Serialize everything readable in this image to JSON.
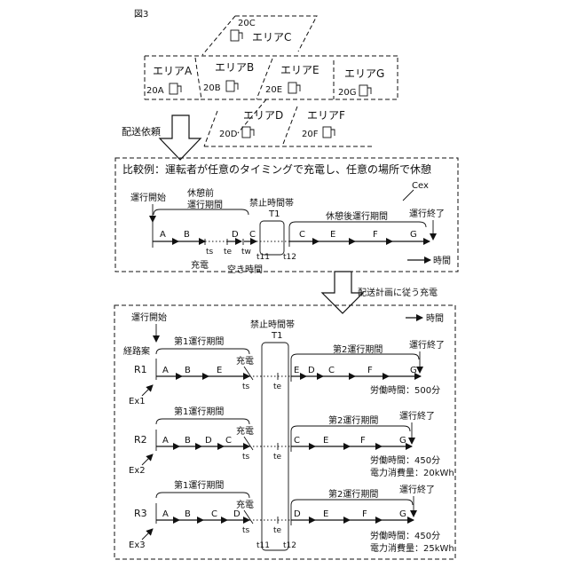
{
  "figure_label": "図3",
  "map": {
    "areas": [
      {
        "name": "エリアC",
        "station": "20C"
      },
      {
        "name": "エリアA",
        "station": "20A"
      },
      {
        "name": "エリアB",
        "station": "20B"
      },
      {
        "name": "エリアE",
        "station": "20E"
      },
      {
        "name": "エリアG",
        "station": "20G"
      },
      {
        "name": "エリアD",
        "station": "20D"
      },
      {
        "name": "エリアF",
        "station": "20F"
      }
    ]
  },
  "delivery_request": "配送依頼",
  "comparison": {
    "title": "比較例：運転者が任意のタイミングで充電し、任意の場所で休憩",
    "ref": "Cex",
    "op_start": "運行開始",
    "pre_rest": "休憩前",
    "pre_rest_period": "運行期間",
    "forbidden": "禁止時間帯",
    "forbidden_code": "T1",
    "post_rest_period": "休憩後運行期間",
    "op_end": "運行終了",
    "stops_pre": [
      "A",
      "B"
    ],
    "stop_d": "D",
    "stop_c": "C",
    "stops_post": [
      "C",
      "E",
      "F",
      "G"
    ],
    "ts": "ts",
    "te": "te",
    "tw": "tw",
    "t11": "t11",
    "t12": "t12",
    "charge": "充電",
    "idle": "空き時間",
    "time_legend": "時間"
  },
  "plan_arrow_label": "配送計画に従う充電",
  "plan": {
    "op_start": "運行開始",
    "forbidden": "禁止時間帯",
    "forbidden_code": "T1",
    "time_legend": "時間",
    "route_header": "経路案",
    "period1": "第1運行期間",
    "period2": "第2運行期間",
    "op_end": "運行終了",
    "charge": "充電",
    "ts": "ts",
    "te": "te",
    "t11": "t11",
    "t12": "t12",
    "routes": [
      {
        "id": "R1",
        "ex": "Ex1",
        "first": [
          "A",
          "B",
          "E"
        ],
        "second": [
          "E",
          "D",
          "C",
          "F",
          "G"
        ],
        "stats": [
          "労働時間：500分"
        ]
      },
      {
        "id": "R2",
        "ex": "Ex2",
        "first": [
          "A",
          "B",
          "D",
          "C"
        ],
        "second": [
          "C",
          "E",
          "F",
          "G"
        ],
        "stats": [
          "労働時間：450分",
          "電力消費量：20kWh"
        ]
      },
      {
        "id": "R3",
        "ex": "Ex3",
        "first": [
          "A",
          "B",
          "C",
          "D"
        ],
        "second": [
          "D",
          "E",
          "F",
          "G"
        ],
        "stats": [
          "労働時間：450分",
          "電力消費量：25kWh"
        ]
      }
    ]
  }
}
